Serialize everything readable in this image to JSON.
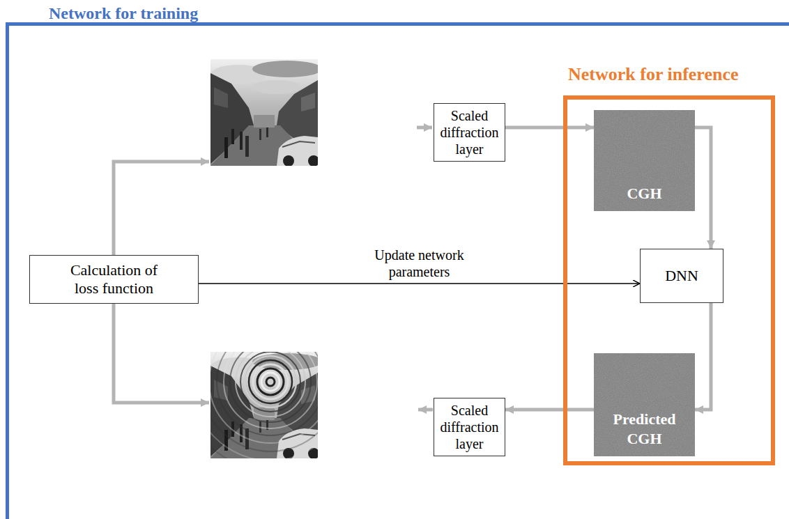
{
  "diagram": {
    "nodes": [
      {
        "text": [
          "Network for training"
        ]
      },
      {
        "text": [
          "Network for inference"
        ],
        "in": 0
      },
      {
        "text": [
          "Scaled diffraction layer"
        ],
        "in": 0
      },
      {
        "text": [
          "CGH"
        ],
        "in": 1
      },
      {
        "text": [
          "Calculation of loss function"
        ],
        "in": 0
      },
      {
        "text": [
          "DNN"
        ],
        "in": 1
      },
      {
        "text": [
          "Predicted CGH"
        ],
        "in": 1
      },
      {
        "text": [
          "Scaled diffraction layer"
        ],
        "in": 0
      }
    ],
    "edges": [
      {
        "from": 2,
        "to": 3,
        "arrow": "to"
      },
      {
        "from": 3,
        "to": 5,
        "arrow": "to"
      },
      {
        "from": 5,
        "to": 6,
        "arrow": "to"
      },
      {
        "from": 6,
        "to": 7,
        "arrow": "to"
      },
      {
        "from": 4,
        "to": 5,
        "arrow": "to",
        "label": "Update network parameters"
      }
    ]
  }
}
